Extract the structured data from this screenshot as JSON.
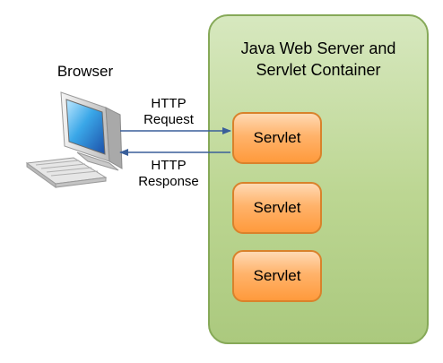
{
  "browser": {
    "label": "Browser"
  },
  "request_label": [
    "HTTP",
    "Request"
  ],
  "response_label": [
    "HTTP",
    "Response"
  ],
  "container": {
    "title_lines": [
      "Java Web Server and",
      "Servlet Container"
    ]
  },
  "servlets": [
    "Servlet",
    "Servlet",
    "Servlet"
  ]
}
